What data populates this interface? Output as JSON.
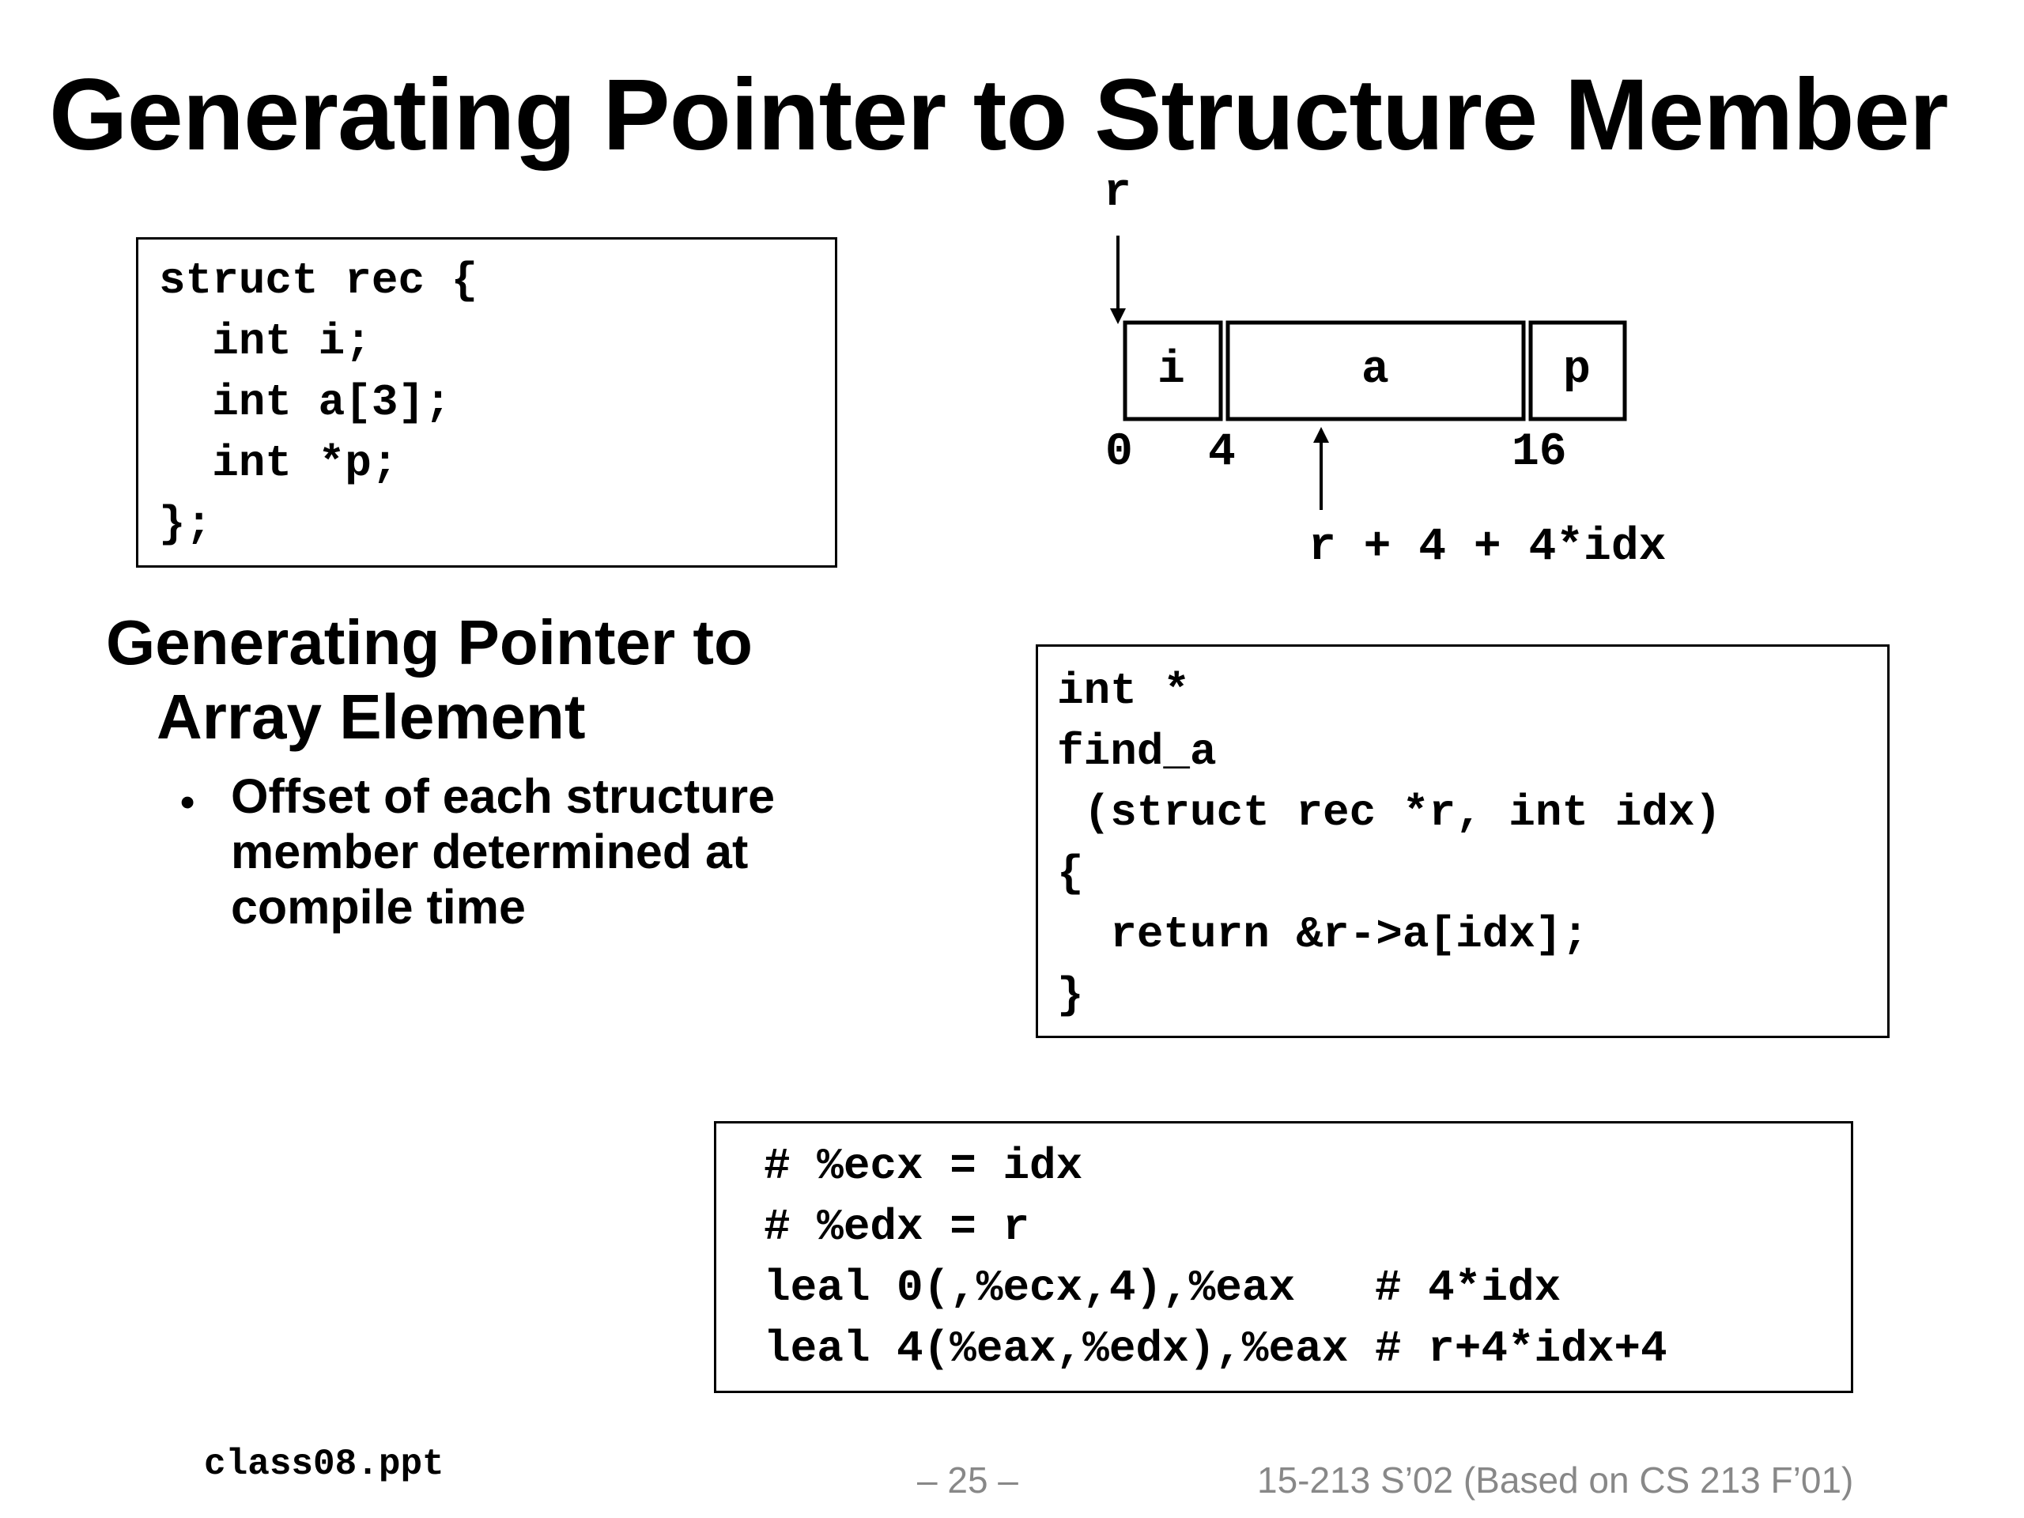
{
  "title": "Generating Pointer to Structure Member",
  "struct_code": "struct rec {\n  int i;\n  int a[3];\n  int *p;\n};",
  "diagram": {
    "pointer_label": "r",
    "fields": [
      "i",
      "a",
      "p"
    ],
    "offsets": [
      "0",
      "4",
      "16"
    ],
    "address_expr": "r + 4 + 4*idx"
  },
  "section": {
    "heading_line1": "Generating Pointer to",
    "heading_line2": "Array Element",
    "bullet": "Offset of each structure member determined at compile time"
  },
  "function_code": "int *\nfind_a\n (struct rec *r, int idx)\n{\n  return &r->a[idx];\n}",
  "asm_code": "# %ecx = idx\n# %edx = r\nleal 0(,%ecx,4),%eax   # 4*idx\nleal 4(%eax,%edx),%eax # r+4*idx+4",
  "footer": {
    "filename": "class08.ppt",
    "page": "– 25 –",
    "course": "15-213 S’02 (Based on CS 213 F’01)"
  }
}
